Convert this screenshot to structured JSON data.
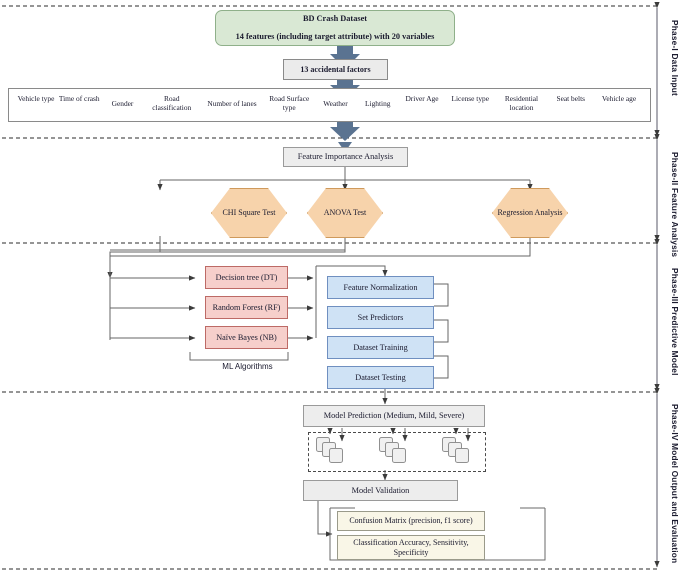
{
  "figure": {
    "type": "flowchart",
    "title": "Road crash severity prediction methodology flowchart",
    "colors": {
      "dataset_fill": "#d9e8d4",
      "dataset_stroke": "#8fb08a",
      "process_fill": "#ebebeb",
      "process_stroke": "#8a8a8a",
      "hexagon_fill": "#f7d3ab",
      "hexagon_stroke": "#cf9a5c",
      "algorithm_fill": "#f6cfcb",
      "algorithm_stroke": "#bd6a66",
      "pipeline_fill": "#cfe2f5",
      "pipeline_stroke": "#6f8fc0",
      "metric_fill": "#f9f6e7",
      "metric_stroke": "#9a9a8a",
      "arrow_block": "#5a7391",
      "connector": "#666666"
    }
  },
  "phases": [
    {
      "id": "phase-1",
      "name": "Phase-I",
      "subtitle": "Data Input"
    },
    {
      "id": "phase-2",
      "name": "Phase-II",
      "subtitle": "Feature Analysis"
    },
    {
      "id": "phase-3",
      "name": "Phase-III",
      "subtitle": "Predictive Model"
    },
    {
      "id": "phase-4",
      "name": "Phase-IV",
      "subtitle": "Model Output and Evaluation"
    }
  ],
  "phase1": {
    "dataset": {
      "line1": "BD Crash Dataset",
      "line2": "14 features (including target attribute) with 20 variables"
    },
    "factors_box": "13 accidental factors",
    "factors": [
      "Vehicle type",
      "Time of crash",
      "Gender",
      "Road classification",
      "Number of lanes",
      "Road Surface type",
      "Weather",
      "Lighting",
      "Driver Age",
      "License type",
      "Residential location",
      "Seat belts",
      "Vehicle age"
    ]
  },
  "phase2": {
    "analysis_box": "Feature Importance Analysis",
    "tests": [
      "CHI Square Test",
      "ANOVA Test",
      "Regression Analysis"
    ]
  },
  "phase3": {
    "algorithms": [
      "Decision tree (DT)",
      "Random Forest (RF)",
      "Naïve Bayes (NB)"
    ],
    "algorithms_caption": "ML Algorithms",
    "pipeline": [
      "Feature Normalization",
      "Set Predictors",
      "Dataset Training",
      "Dataset Testing"
    ]
  },
  "phase4": {
    "prediction_box": "Model Prediction (Medium, Mild, Severe)",
    "validation_box": "Model Validation",
    "metrics": [
      "Confusion Matrix (precision, f1 score)",
      "Classification Accuracy, Sensitivity, Specificity"
    ]
  }
}
